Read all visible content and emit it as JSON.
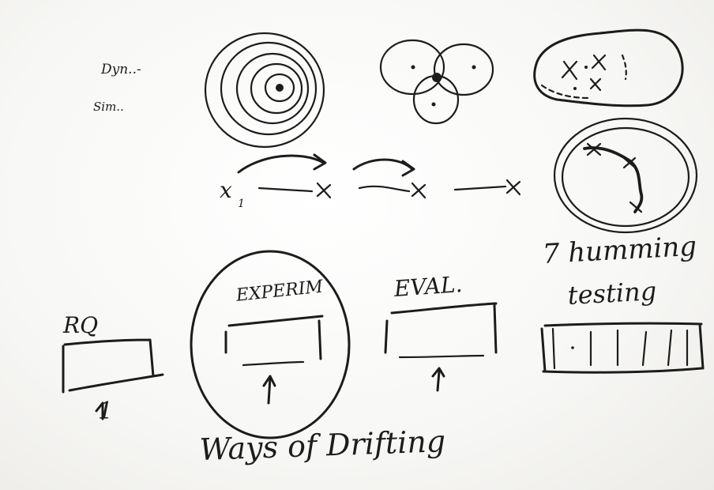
{
  "labels": {
    "dyn": "Dyn..-",
    "sim": "Sim..",
    "x1": "x",
    "x1_sub": "1",
    "rq": "RQ",
    "experiment": "EXPERIM",
    "eval": "EVAL.",
    "humming": "7 humming",
    "testing": "testing",
    "ways": "Ways of Drifting",
    "one": "1"
  },
  "colors": {
    "ink": "#1c1c1c",
    "paper": "#ffffff"
  }
}
